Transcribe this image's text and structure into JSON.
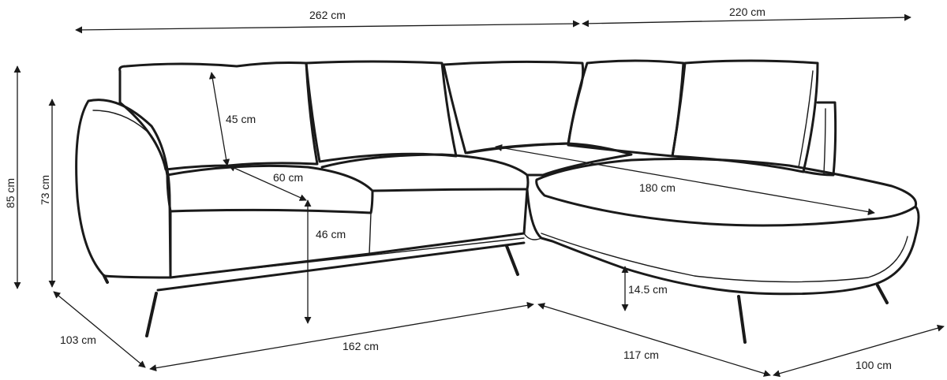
{
  "dimensions": {
    "width_main": "262 cm",
    "width_chaise": "220 cm",
    "height_total": "85 cm",
    "height_arm": "73 cm",
    "backrest_height": "45 cm",
    "seat_depth": "60 cm",
    "seat_height": "46 cm",
    "chaise_length": "180 cm",
    "leg_height": "14.5 cm",
    "depth_side": "103 cm",
    "front_length": "162 cm",
    "chaise_side": "117 cm",
    "chaise_width": "100 cm"
  },
  "colors": {
    "line": "#1a1a1a",
    "background": "#ffffff"
  }
}
